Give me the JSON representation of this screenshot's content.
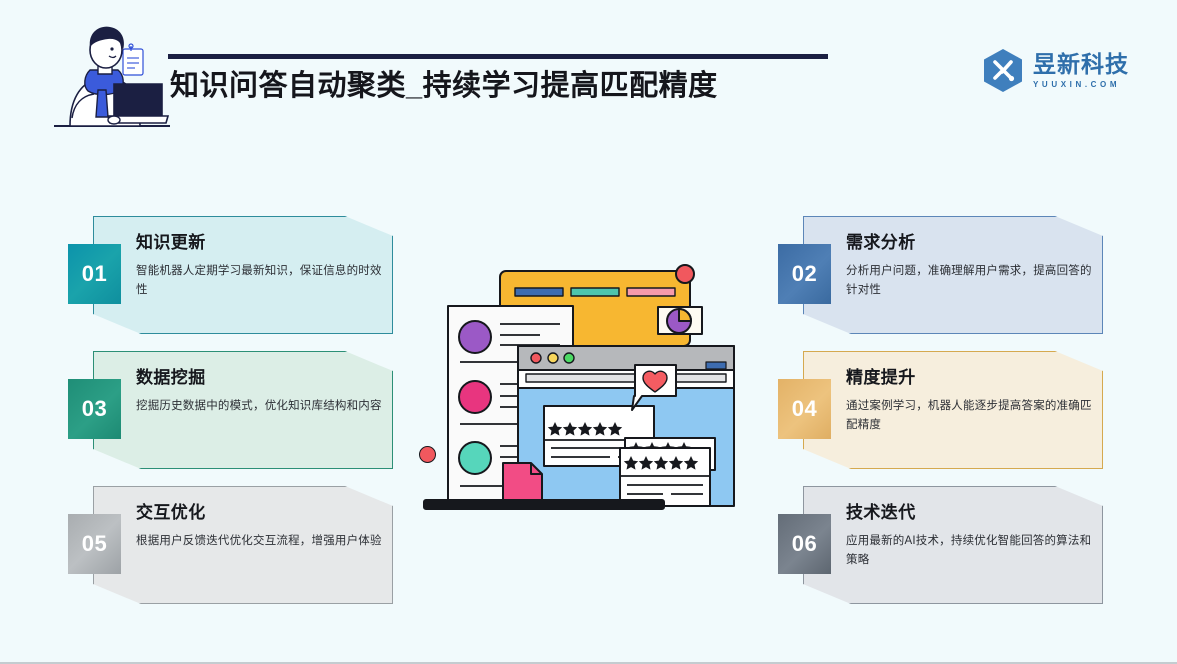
{
  "header": {
    "title": "知识问答自动聚类_持续学习提高匹配精度",
    "person_icon": "person-with-laptop-illustration",
    "accent_color": "#1b1f42"
  },
  "logo": {
    "mark": "yuuxin-x-hexagon-logo",
    "name": "昱新科技",
    "domain": "YUUXIN.COM",
    "color": "#2f6fab"
  },
  "cards": [
    {
      "number": "01",
      "title": "知识更新",
      "desc": "智能机器人定期学习最新知识，保证信息的时效性",
      "theme": "teal",
      "badge_color": "#0f93a6",
      "fill_color": "#d5eef1",
      "border_color": "#2e8c9c"
    },
    {
      "number": "03",
      "title": "数据挖掘",
      "desc": "挖掘历史数据中的模式，优化知识库结构和内容",
      "theme": "green",
      "badge_color": "#24947c",
      "fill_color": "#dceee6",
      "border_color": "#2c8f76"
    },
    {
      "number": "05",
      "title": "交互优化",
      "desc": "根据用户反馈迭代优化交互流程，增强用户体验",
      "theme": "grey",
      "badge_color": "#aeb2b6",
      "fill_color": "#e6e8e9",
      "border_color": "#9aa0a4"
    },
    {
      "number": "02",
      "title": "需求分析",
      "desc": "分析用户问题，准确理解用户需求，提高回答的针对性",
      "theme": "blue",
      "badge_color": "#4274ab",
      "fill_color": "#d9e3ef",
      "border_color": "#5c86b8"
    },
    {
      "number": "04",
      "title": "精度提升",
      "desc": "通过案例学习，机器人能逐步提高答案的准确匹配精度",
      "theme": "gold",
      "badge_color": "#e5b66d",
      "fill_color": "#f6eedd",
      "border_color": "#d5a94f"
    },
    {
      "number": "06",
      "title": "技术迭代",
      "desc": "应用最新的AI技术，持续优化智能回答的算法和策略",
      "theme": "slate",
      "badge_color": "#6a737e",
      "fill_color": "#e2e5e9",
      "border_color": "#8e969f"
    }
  ],
  "illustration": {
    "name": "dashboard-windows-reviews-illustration",
    "elements": [
      "yellow-window-panel",
      "white-list-panel",
      "browser-window",
      "heart-speech-bubble",
      "five-star-review-card",
      "pie-chart-widget",
      "pink-document",
      "red-accent-dot"
    ],
    "colors": {
      "yellow": "#f7b731",
      "blue": "#8ec8f2",
      "grey": "#b6b8bb",
      "purple": "#9b59c6",
      "pink": "#e8357f",
      "mint": "#56d6bb",
      "red": "#f1585e",
      "outline": "#16181d"
    }
  },
  "background": {
    "color": "#f1fafc"
  }
}
